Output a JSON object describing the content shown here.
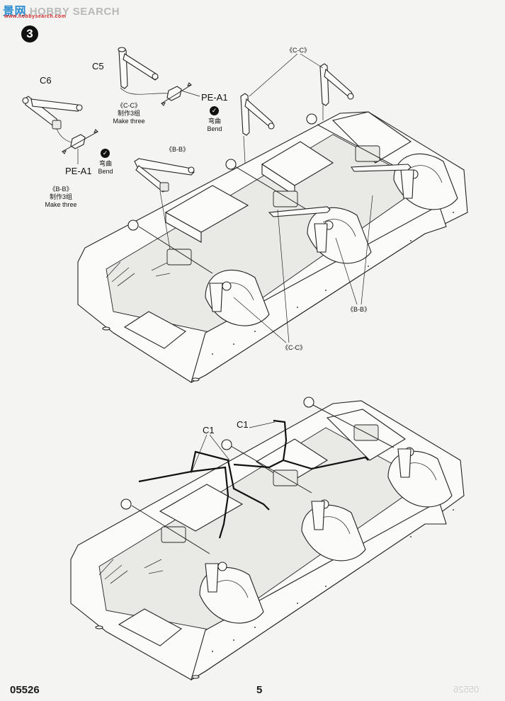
{
  "watermark": {
    "cn": "景网",
    "en": "HOBBY SEARCH",
    "url": "www.hobbysearch.com"
  },
  "step": {
    "number": "3"
  },
  "parts": {
    "c5": "C5",
    "c6": "C6",
    "pe_a1_top": "PE-A1",
    "pe_a1_left": "PE-A1",
    "c1_left": "C1",
    "c1_right": "C1"
  },
  "notes": {
    "cc_label": "《C-C》",
    "cc_cn": "制作3组",
    "cc_en": "Make three",
    "bb_label": "《B-B》",
    "bb_cn": "制作3组",
    "bb_en": "Make three",
    "bend_cn": "弯曲",
    "bend_en": "Bend"
  },
  "callouts": {
    "cc_top": "《C-C》",
    "bb_top": "《B-B》",
    "bb_right": "《B-B》",
    "cc_bottom": "《C-C》"
  },
  "footer": {
    "code": "05526",
    "page": "5",
    "ghost": "05526"
  }
}
